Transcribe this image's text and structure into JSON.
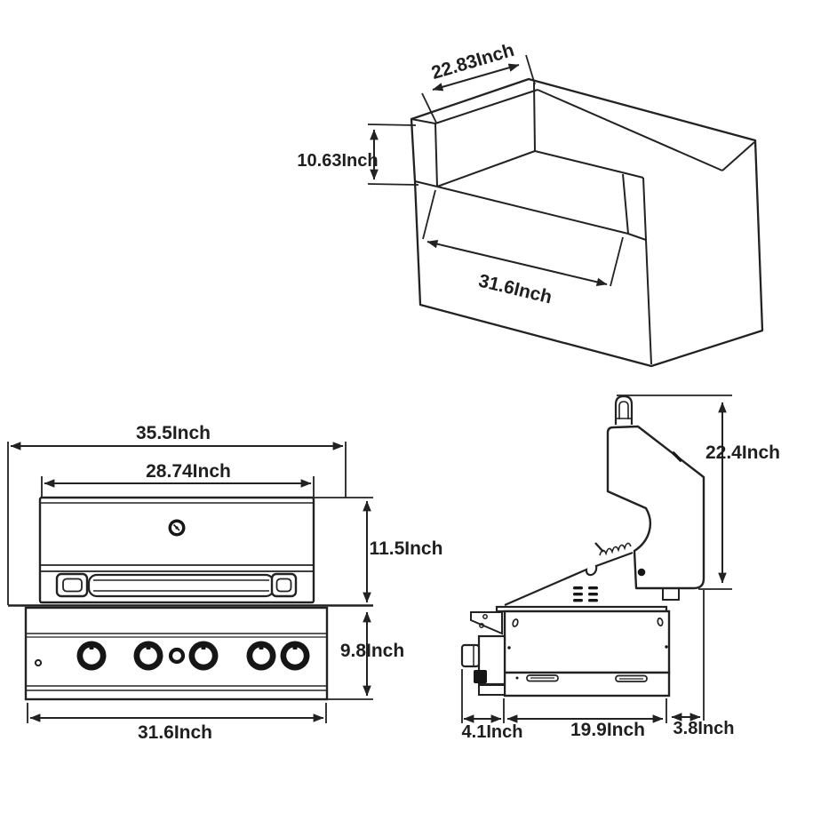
{
  "diagram": {
    "type": "product-dimension-diagram",
    "background": "#ffffff",
    "line_color": "#222222",
    "dims": {
      "iso_depth": "22.83Inch",
      "iso_front_height": "10.63Inch",
      "iso_cutout_width": "31.6Inch",
      "front_overall_width": "35.5Inch",
      "front_hood_width": "28.74Inch",
      "front_hood_height": "11.5Inch",
      "front_base_height": "9.8Inch",
      "front_base_width": "31.6Inch",
      "side_total_height": "22.4Inch",
      "side_front_depth": "4.1Inch",
      "side_body_depth": "19.9Inch",
      "side_rear_depth": "3.8Inch"
    }
  }
}
